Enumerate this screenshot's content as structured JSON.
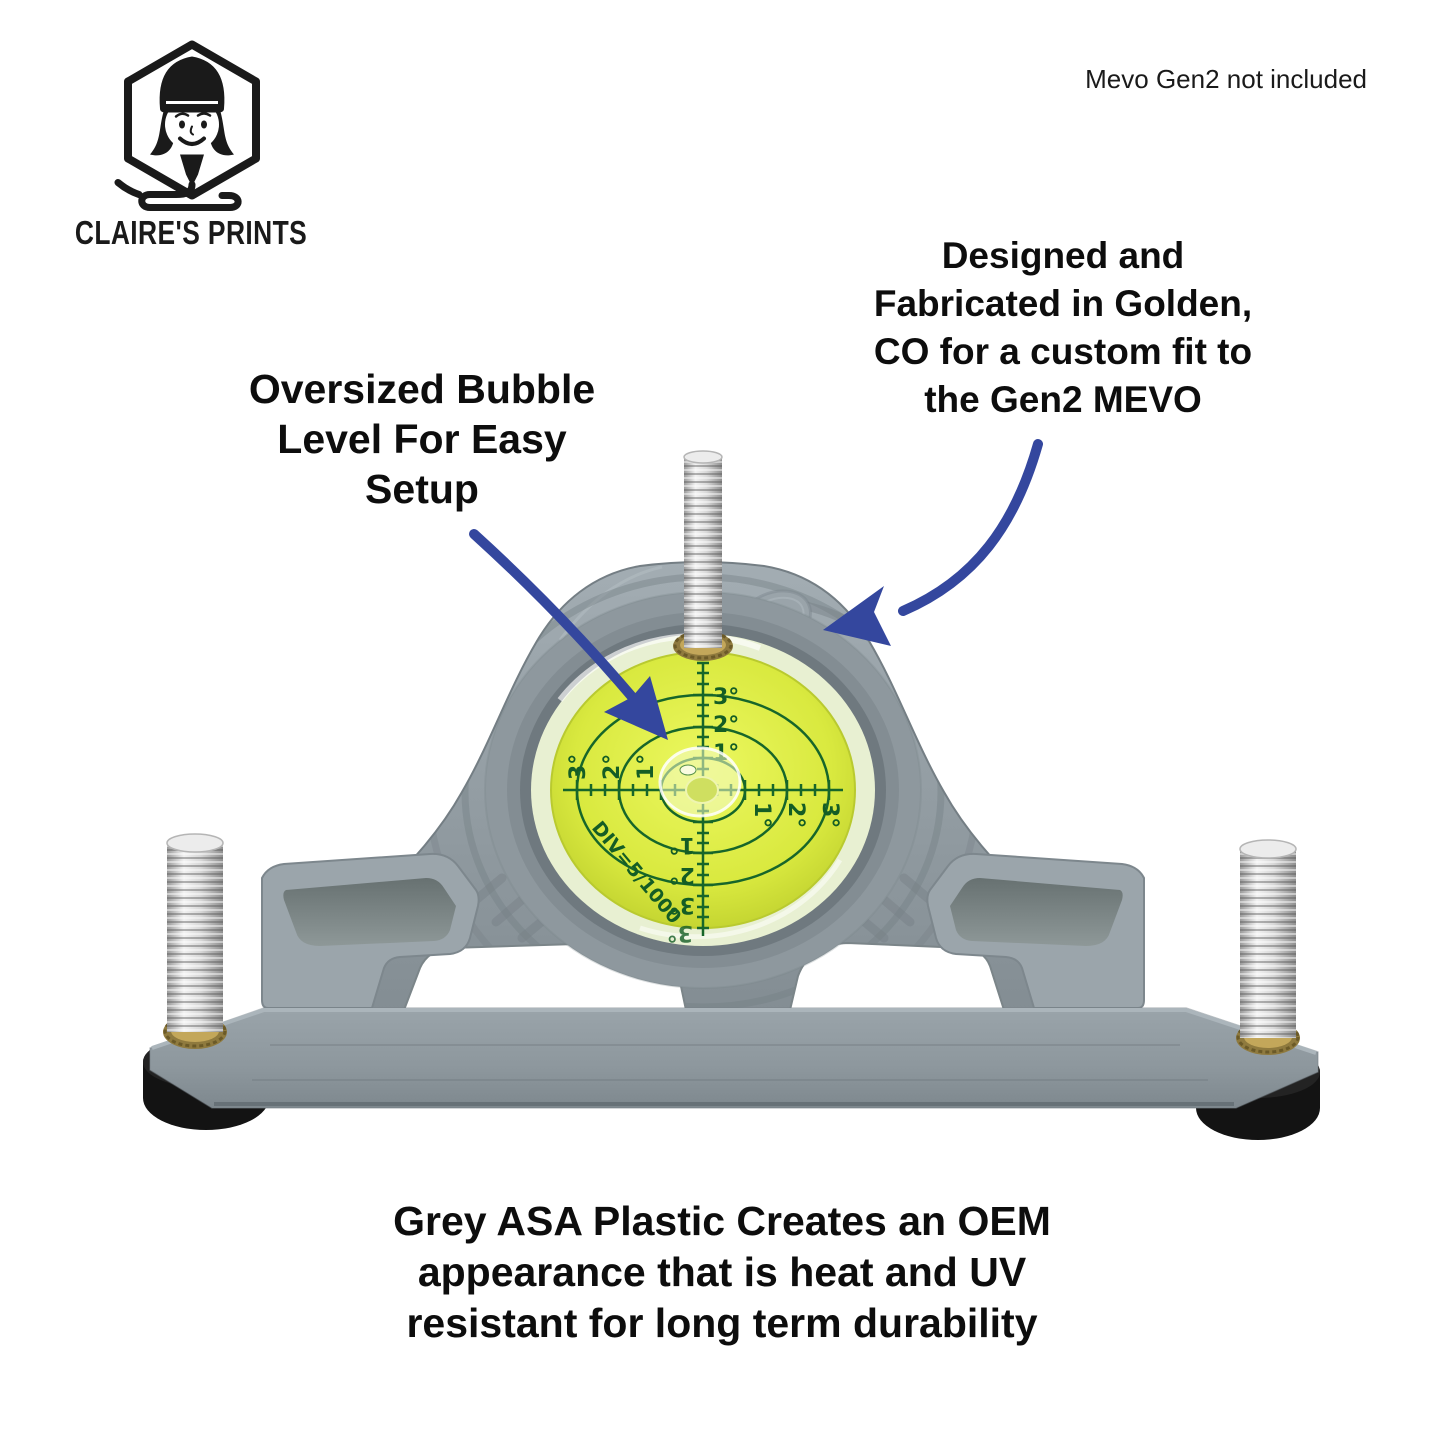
{
  "brand": {
    "name": "CLAIRE'S PRINTS",
    "icon": "claires-prints-girl-logo"
  },
  "disclaimer": "Mevo Gen2 not included",
  "callouts": {
    "bubble_level": {
      "lines": [
        "Oversized Bubble",
        "Level For Easy",
        "Setup"
      ]
    },
    "custom_fit": {
      "lines": [
        "Designed and",
        "Fabricated in Golden,",
        "CO for a custom fit to",
        "the Gen2 MEVO"
      ]
    },
    "material": {
      "lines": [
        "Grey ASA Plastic Creates an OEM",
        "appearance that is heat and UV",
        "resistant for long term durability"
      ]
    }
  },
  "product": {
    "level": {
      "deg1": "1°",
      "deg2": "2°",
      "deg3": "3°",
      "div_label": "DIV=5/1000"
    },
    "colors": {
      "body_grey": "#95A0A6",
      "level_yellow": "#D9E93F",
      "marking_green": "#17662A",
      "arrow_blue": "#34479E",
      "foot_black": "#131313",
      "brass": "#C3A75A",
      "screw_silver": "#DCDCDC"
    }
  }
}
